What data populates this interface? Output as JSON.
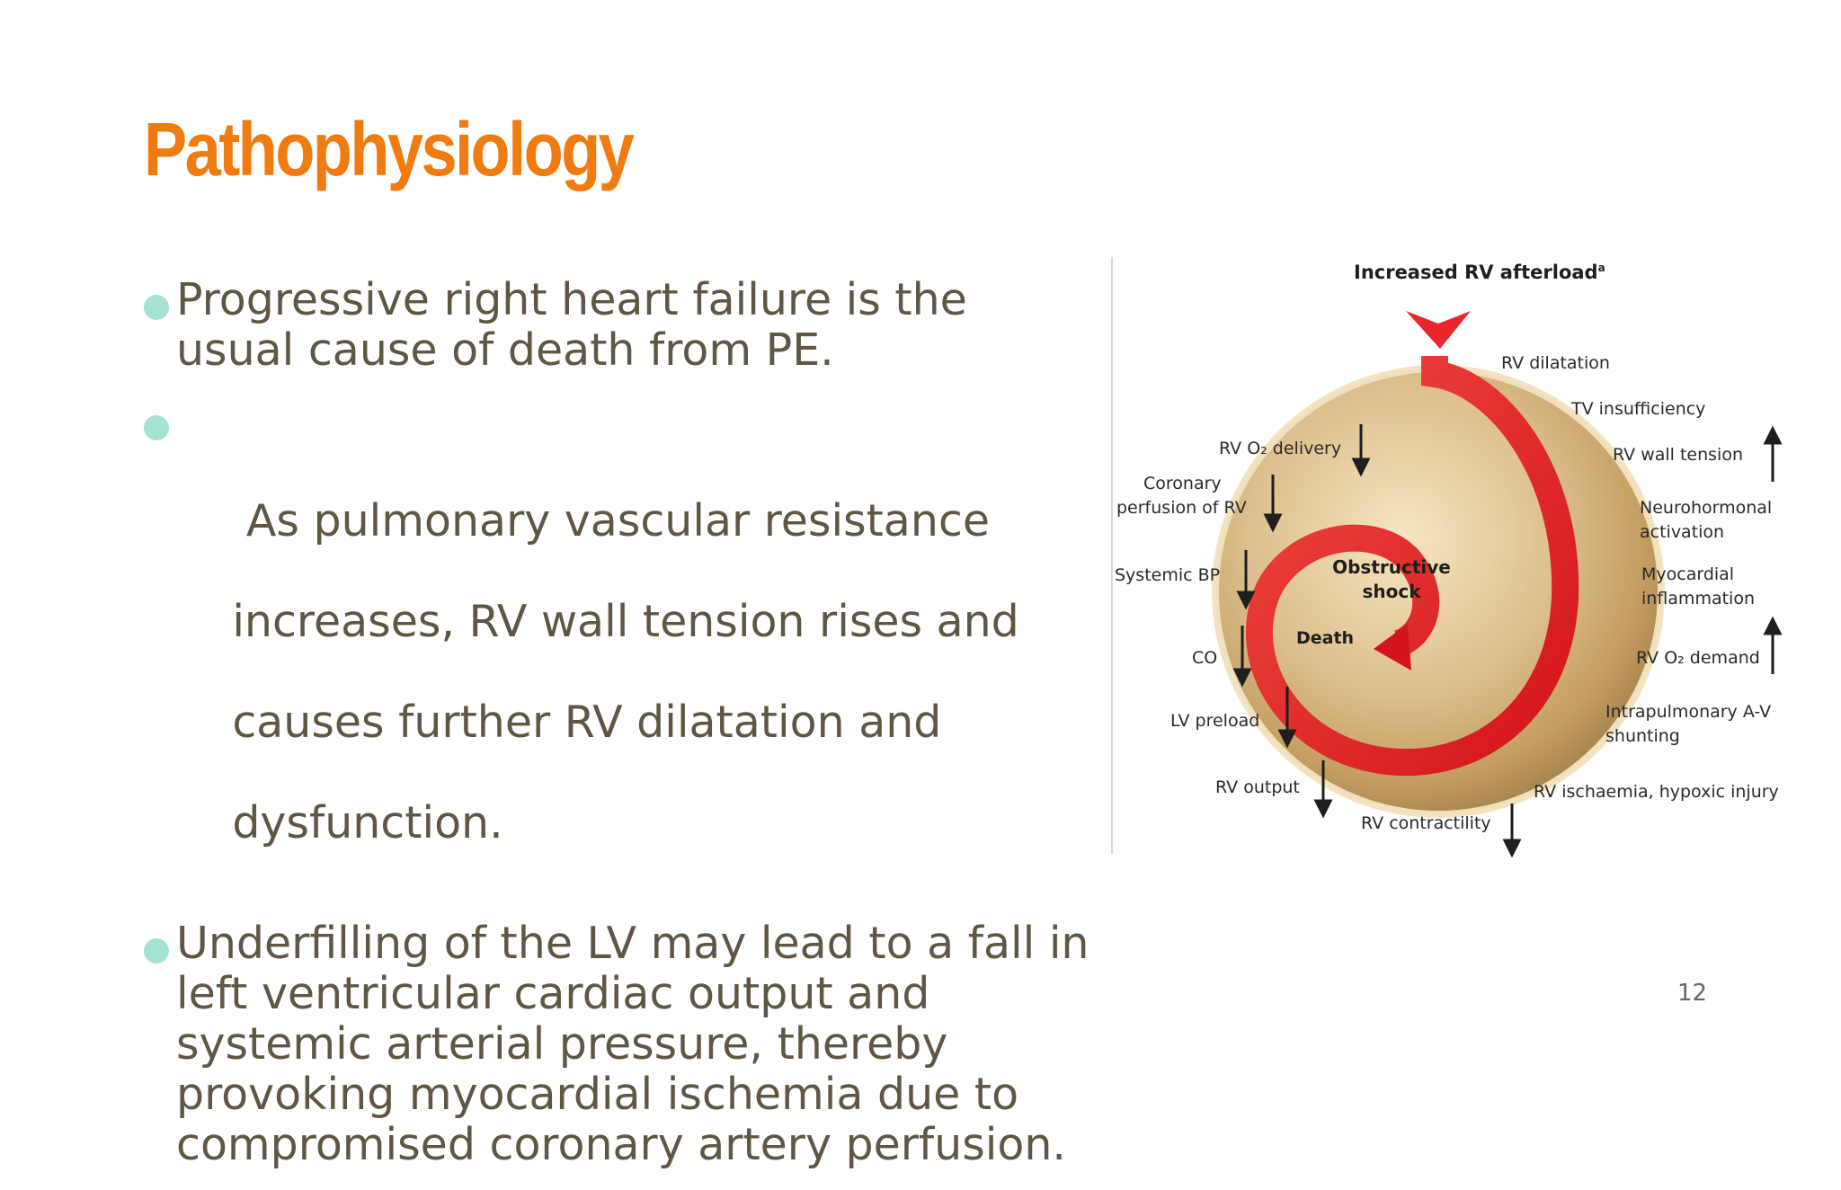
{
  "slide": {
    "title": "Pathophysiology",
    "page_number": "12",
    "bullets": [
      {
        "lines": [
          "Progressive right heart failure is the",
          "usual cause of death from PE."
        ]
      },
      {
        "lines": [
          " As pulmonary vascular resistance",
          "increases, RV wall tension rises and",
          "causes further RV dilatation and",
          "dysfunction."
        ]
      },
      {
        "lines": [
          "Underfilling of the LV may lead to a fall in",
          "left ventricular cardiac output and",
          "systemic arterial pressure, thereby",
          "provoking myocardial ischemia due to",
          "compromised coronary artery perfusion."
        ]
      }
    ]
  },
  "diagram": {
    "top_label": "Increased RV afterload",
    "top_label_superscript": "a",
    "center_label_lines": [
      "Obstructive",
      "shock"
    ],
    "death_label": "Death",
    "right_labels": {
      "rv_dilatation": "RV dilatation",
      "tv_insufficiency": "TV insufficiency",
      "rv_wall_tension": "RV wall tension",
      "neurohormonal": [
        "Neurohormonal",
        "activation"
      ],
      "myocardial_inflammation": [
        "Myocardial",
        "inflammation"
      ],
      "rv_o2_demand": "RV O₂ demand",
      "intrapulmonary_shunting": [
        "Intrapulmonary A-V",
        "shunting"
      ],
      "rv_ischaemia": "RV ischaemia, hypoxic injury"
    },
    "bottom_labels": {
      "rv_contractility": "RV contractility",
      "rv_output": "RV output"
    },
    "left_labels": {
      "rv_o2_delivery": "RV O₂ delivery",
      "coronary_perfusion": [
        "Coronary",
        "perfusion of RV"
      ],
      "systemic_bp": "Systemic BP",
      "co": "CO",
      "lv_preload": "LV preload"
    },
    "colors": {
      "accent": "#f07b10",
      "spiral_red": "#e8262c",
      "disc_gold": "#cfae7a",
      "arrow": "#1e1e1e"
    }
  }
}
